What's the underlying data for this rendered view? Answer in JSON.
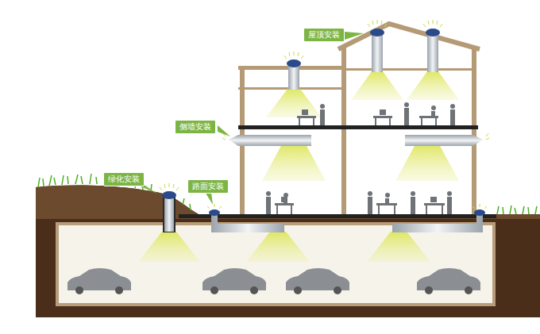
{
  "diagram": {
    "nodes": [
      {
        "text": [
          "屋顶安装"
        ]
      },
      {
        "text": [
          "侧墙安装"
        ]
      },
      {
        "text": [
          "绿化安装"
        ]
      },
      {
        "text": [
          "路面安装"
        ]
      }
    ]
  }
}
